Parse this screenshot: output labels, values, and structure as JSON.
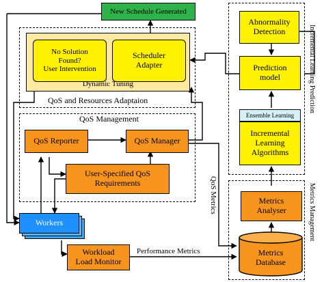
{
  "new_schedule": "New Schedule Generated",
  "no_solution": [
    "No Solution",
    "Found?",
    "User Intervention"
  ],
  "scheduler_adapter": [
    "Scheduler",
    "Adapter"
  ],
  "dynamic_tuning": "Dynamic Tuning",
  "qos_adaptation": "QoS and Resources Adaptaion",
  "qos_management": "QoS Management",
  "qos_reporter": "QoS Reporter",
  "qos_manager": "QoS Manager",
  "user_qos": [
    "User-Specified QoS",
    "Requirements"
  ],
  "qos_metrics": "QoS Metrics",
  "workers": "Workers",
  "workload_monitor": [
    "Workload",
    "Load Monitor"
  ],
  "performance_metrics": "Performance Metrics",
  "metrics_database": [
    "Metrics",
    "Database"
  ],
  "metrics_analyser": [
    "Metrics",
    "Analyser"
  ],
  "metrics_management": "Metrics Management",
  "abnormality_detection": [
    "Abnormality",
    "Detection"
  ],
  "prediction_model": [
    "Prediction",
    "model"
  ],
  "ensemble_learning": "Ensemble Learning",
  "incremental_algorithms": [
    "Incremental",
    "Learning",
    "Algorithms"
  ],
  "incremental_prediction": "Incremental Learning Prediction"
}
